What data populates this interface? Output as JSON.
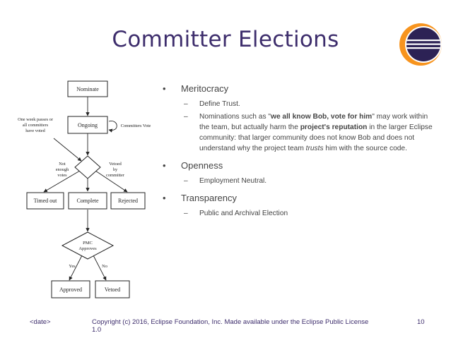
{
  "slide": {
    "title": "Committer Elections",
    "page_number": "10"
  },
  "diagram": {
    "nodes": {
      "nominate": "Nominate",
      "ongoing": "Ongoing",
      "timed_out": "Timed out",
      "complete": "Complete",
      "rejected": "Rejected",
      "pmc_line1": "PMC",
      "pmc_line2": "Approves",
      "approved": "Approved",
      "vetoed": "Vetoed"
    },
    "labels": {
      "committers_vote": "Committers Vote",
      "week_line1": "One week passes or",
      "week_line2": "all committers",
      "week_line3": "have voted",
      "not_line1": "Not",
      "not_line2": "enough",
      "not_line3": "votes",
      "veto_line1": "Vetoed",
      "veto_line2": "by",
      "veto_line3": "committer",
      "yes": "Yes",
      "no": "No"
    }
  },
  "content": {
    "meritocracy": {
      "heading": "Meritocracy",
      "define_trust": "Define Trust.",
      "nominations_pre": "Nominations such as \"",
      "nominations_bold": "we all know Bob, vote for him",
      "nominations_mid": "\" may work within the team, but actually harm the ",
      "nominations_bold2": "project's reputation",
      "nominations_post1": " in the larger Eclipse community: that larger community does not know Bob and does not understand why the project team ",
      "nominations_italic": "trusts",
      "nominations_post2": " him with the source code."
    },
    "openness": {
      "heading": "Openness",
      "item": "Employment Neutral."
    },
    "transparency": {
      "heading": "Transparency",
      "item": "Public and Archival Election"
    },
    "bullet": "•",
    "dash": "–"
  },
  "footer": {
    "date": "<date>",
    "copyright": "Copyright (c) 2016, Eclipse Foundation, Inc. Made available under the Eclipse Public License 1.0",
    "page": "10"
  },
  "colors": {
    "title": "#3d2d6c",
    "logo_purple": "#2c2255",
    "logo_orange": "#f7941e"
  }
}
